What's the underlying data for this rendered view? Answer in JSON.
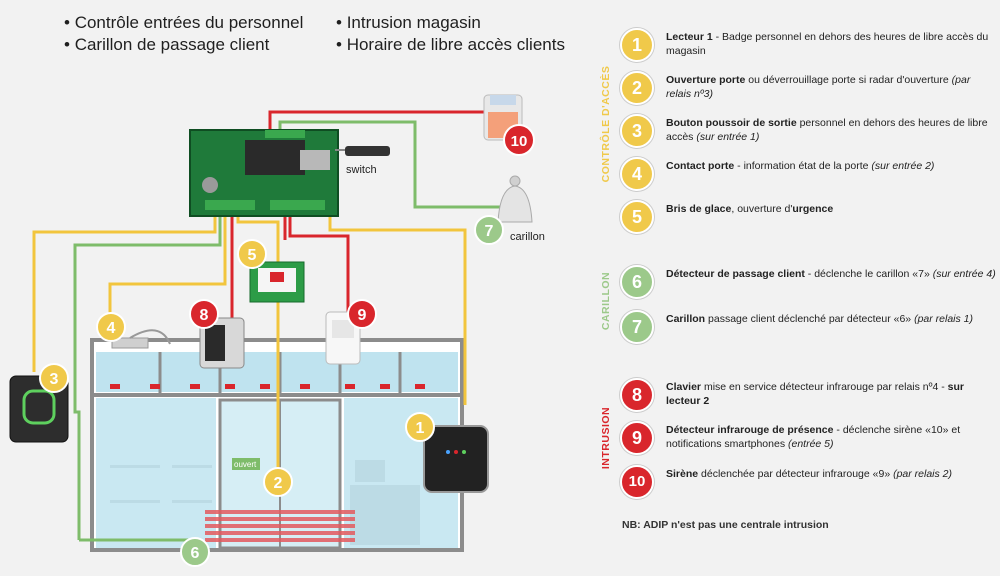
{
  "bullets_left": [
    "Contrôle entrées du personnel",
    "Carillon de passage client"
  ],
  "bullets_right": [
    "Intrusion magasin",
    "Horaire de libre accès clients"
  ],
  "sections": {
    "access": "CONTRÔLE D'ACCÈS",
    "chime": "CARILLON",
    "intrusion": "INTRUSION"
  },
  "legend": [
    {
      "num": "1",
      "bold": "Lecteur 1",
      "text": " - Badge personnel en dehors des heures de libre accès du magasin",
      "italic": ""
    },
    {
      "num": "2",
      "bold": "Ouverture porte",
      "text": " ou déverrouillage porte si radar d'ouverture ",
      "italic": "(par relais nº3)"
    },
    {
      "num": "3",
      "bold": "Bouton poussoir de sortie",
      "text": " personnel en dehors des heures de libre accès ",
      "italic": "(sur entrée 1)"
    },
    {
      "num": "4",
      "bold": "Contact porte",
      "text": " - information état de la porte ",
      "italic": "(sur entrée 2)"
    },
    {
      "num": "5",
      "bold": "Bris de glace",
      "text": ", ouverture d'",
      "bold2": "urgence",
      "italic": ""
    },
    {
      "num": "6",
      "bold": "Détecteur de passage client",
      "text": " - déclenche le carillon «7» ",
      "italic": "(sur entrée 4)"
    },
    {
      "num": "7",
      "bold": "Carillon",
      "text": " passage client déclenché par détecteur «6» ",
      "italic": "(par relais 1)"
    },
    {
      "num": "8",
      "bold": "Clavier",
      "text": " mise en service détecteur infrarouge par relais nº4 - ",
      "bold2": "sur lecteur 2",
      "italic": ""
    },
    {
      "num": "9",
      "bold": "Détecteur infrarouge de présence",
      "text": " - déclenche sirène «10» et notifications smartphones ",
      "italic": "(entrée 5)"
    },
    {
      "num": "10",
      "bold": "Sirène",
      "text": " déclenchée par détecteur infrarouge «9» ",
      "italic": "(par relais 2)"
    }
  ],
  "note": "NB: ADIP n'est pas une centrale intrusion",
  "labels": {
    "switch": "switch",
    "chime": "carillon",
    "door_sign": "ouvert"
  },
  "colors": {
    "access": "#f0c94a",
    "chime": "#9cc98a",
    "intrusion": "#d9262c",
    "wire_yellow": "#f2c53d",
    "wire_green": "#7ebc6a",
    "wire_red": "#d9262c"
  }
}
